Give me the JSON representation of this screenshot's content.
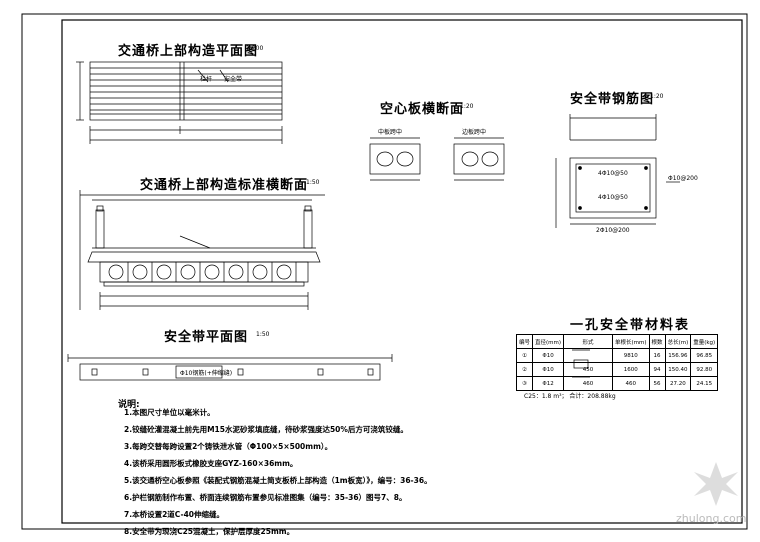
{
  "titles": {
    "plan": "交通桥上部构造平面图",
    "plan_scale": "1:200",
    "section": "交通桥上部构造标准横断面",
    "section_scale": "1:50",
    "hollow": "空心板横断面",
    "hollow_scale": "1:20",
    "rebar": "安全带钢筋图",
    "rebar_scale": "1:20",
    "safety_plan": "安全带平面图",
    "safety_plan_scale": "1:50",
    "table": "一孔安全带材料表"
  },
  "hollow_labels": {
    "mid": "中板跨中",
    "edge": "边板跨中"
  },
  "rebar_labels": {
    "r1": "4Φ10@50",
    "r2": "4Φ10@50",
    "r3": "Φ10@200",
    "bottom": "2Φ10@200"
  },
  "plan_labels": {
    "a": "栏杆",
    "b": "安全带"
  },
  "safety_plan_label": "Φ10钢筋(+伸缩缝)",
  "notes_head": "说明:",
  "notes": [
    "1.本图尺寸单位以毫米计。",
    "2.铰缝砼灌混凝土前先用M15水泥砂浆填底缝，待砂浆强度达50%后方可浇筑铰缝。",
    "3.每跨交替每跨设置2个铸铁泄水管（Φ100×5×500mm）。",
    "4.该桥采用圆形板式橡胶支座GYZ-160×36mm。",
    "5.该交通桥空心板参照《装配式钢筋混凝土简支板桥上部构造（1m板宽）》，编号：36-36。",
    "6.护栏钢筋制作布置、桥面连续钢筋布置参见标准图集（编号：35-36）图号7、8。",
    "7.本桥设置2道C-40伸缩缝。",
    "8.安全带为现浇C25混凝土，保护层厚度25mm。"
  ],
  "table": {
    "headers": [
      "编号",
      "直径(mm)",
      "形式",
      "单根长(mm)",
      "根数",
      "总长(m)",
      "重量(kg)"
    ],
    "rows": [
      [
        "①",
        "Φ10",
        "",
        "9810",
        "16",
        "156.96",
        "96.85"
      ],
      [
        "②",
        "Φ10",
        "",
        "1600",
        "94",
        "150.40",
        "92.80"
      ],
      [
        "③",
        "Φ12",
        "",
        "460",
        "56",
        "27.20",
        "24.15"
      ]
    ],
    "shape2_label": "450",
    "shape3_label": "460",
    "footer": "C25：1.8 m³；  合计：208.88kg"
  },
  "watermark": "zhulong.com"
}
